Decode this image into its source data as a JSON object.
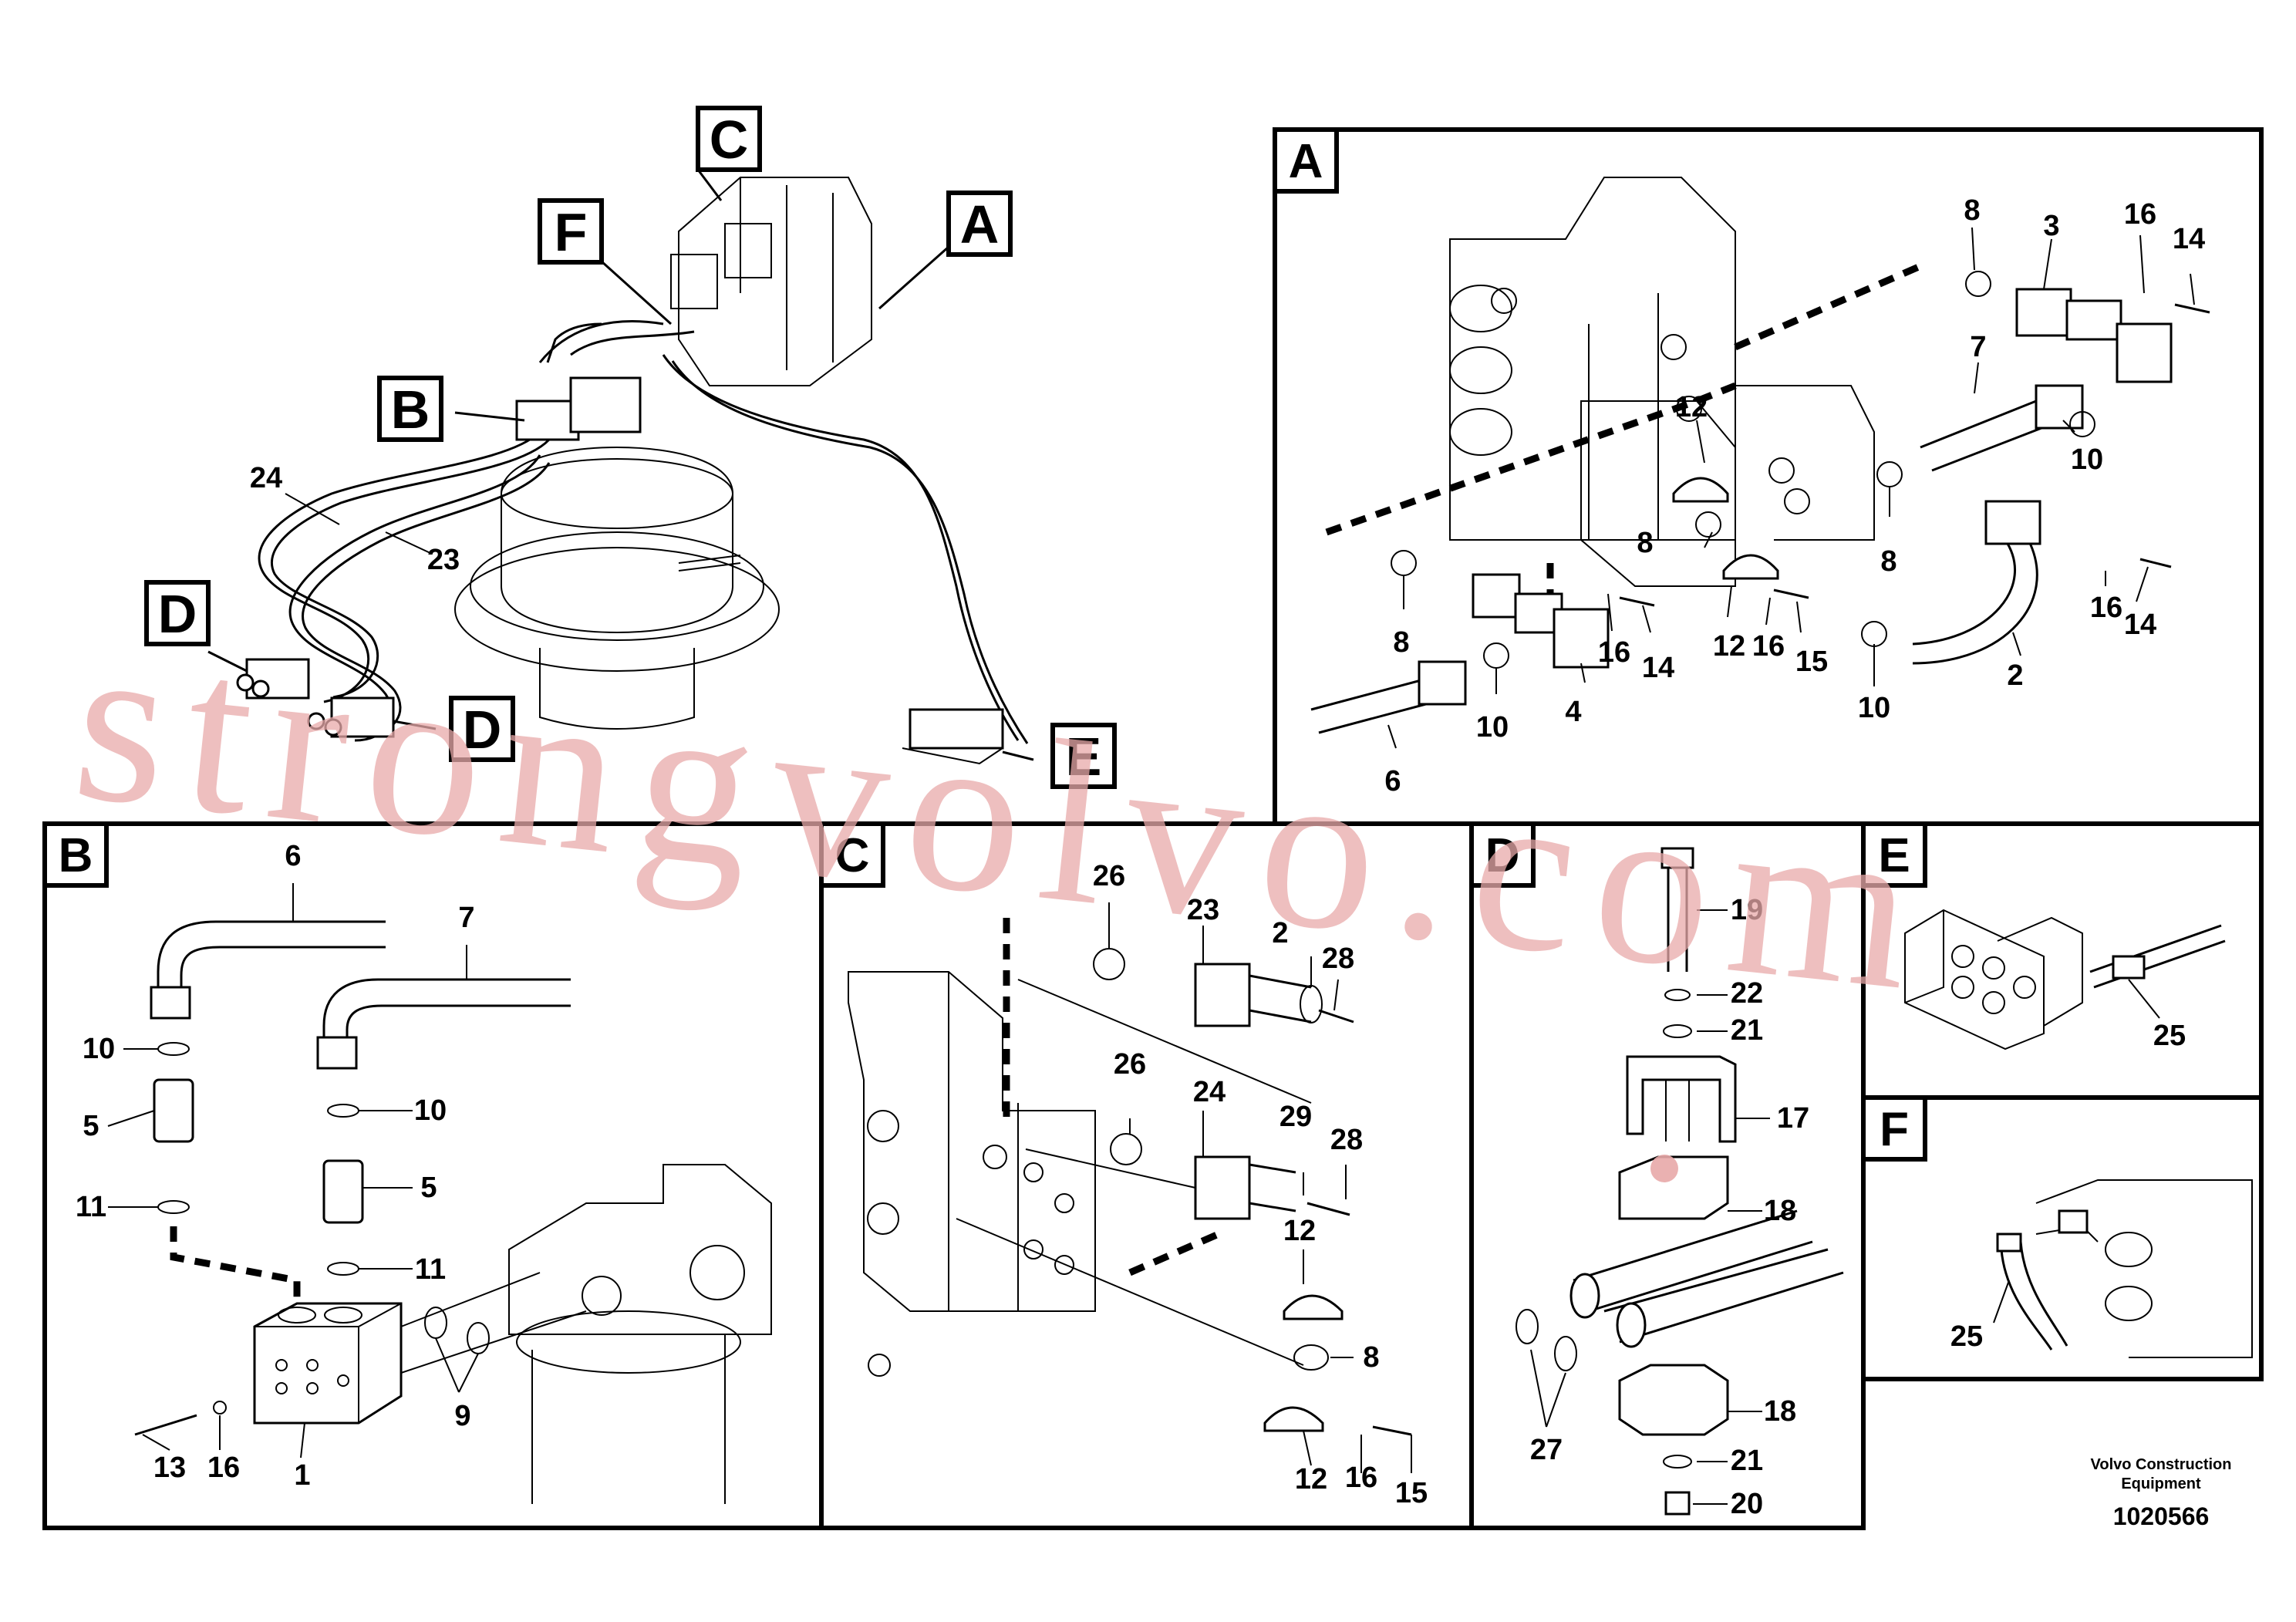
{
  "overview": {
    "tags": [
      "C",
      "F",
      "A",
      "B",
      "D",
      "D",
      "E"
    ],
    "numbers": [
      "24",
      "23"
    ]
  },
  "panels": {
    "A": {
      "letter": "A",
      "labels": [
        "8",
        "3",
        "16",
        "14",
        "7",
        "12",
        "10",
        "8",
        "8",
        "16",
        "14",
        "12",
        "16",
        "15",
        "8",
        "16",
        "14",
        "10",
        "4",
        "2",
        "10",
        "6"
      ]
    },
    "B": {
      "letter": "B",
      "labels": [
        "6",
        "7",
        "10",
        "10",
        "5",
        "5",
        "11",
        "11",
        "9",
        "13",
        "16",
        "1"
      ]
    },
    "C": {
      "letter": "C",
      "labels": [
        "26",
        "23",
        "2",
        "28",
        "26",
        "24",
        "29",
        "28",
        "12",
        "8",
        "12",
        "16",
        "15"
      ]
    },
    "D": {
      "letter": "D",
      "labels": [
        "19",
        "22",
        "21",
        "17",
        "18",
        "27",
        "18",
        "21",
        "20"
      ]
    },
    "E": {
      "letter": "E",
      "labels": [
        "25"
      ]
    },
    "F": {
      "letter": "F",
      "labels": [
        "25"
      ]
    }
  },
  "footer": {
    "company_line1": "Volvo Construction",
    "company_line2": "Equipment",
    "doc_number": "1020566"
  },
  "watermark": "strongvolvo.com"
}
